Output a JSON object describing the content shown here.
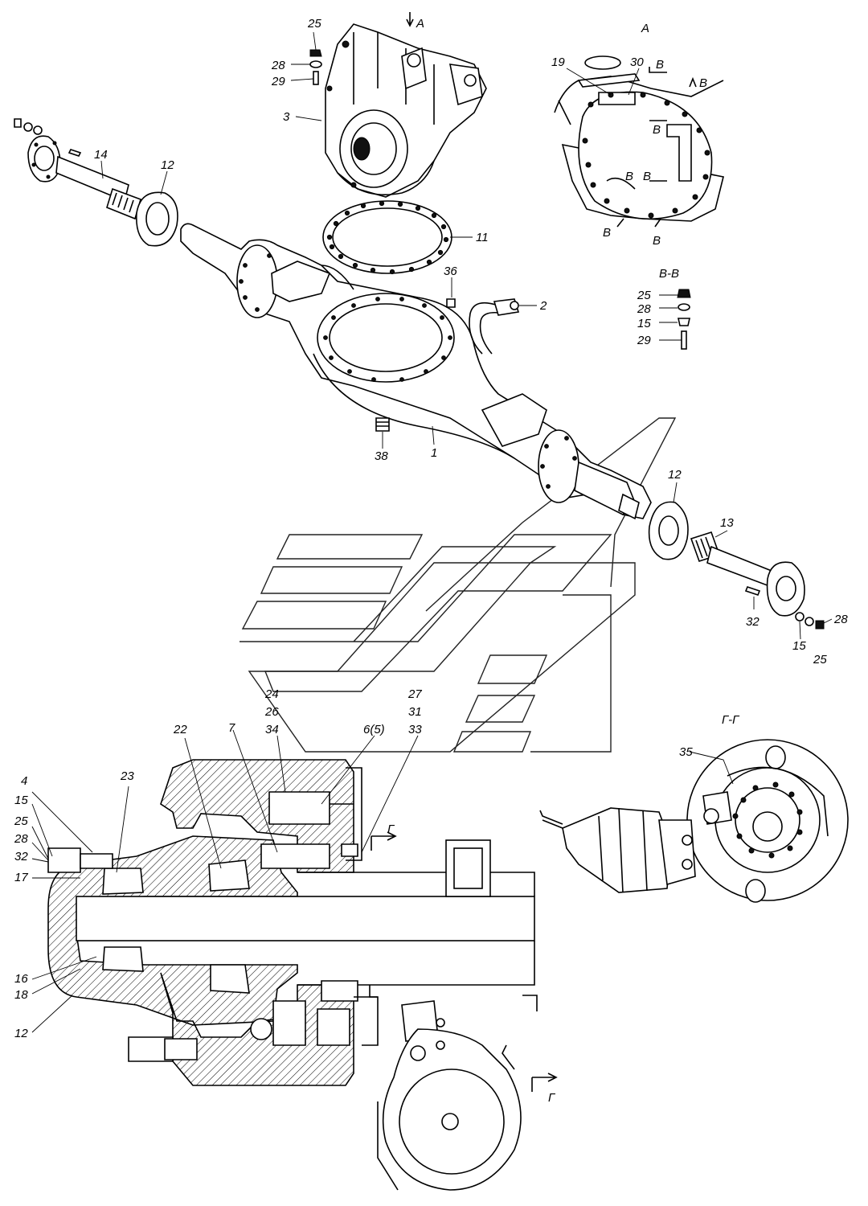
{
  "views": {
    "view_a": "А",
    "section_bb": "В-В",
    "section_gg": "Г-Г"
  },
  "markers": {
    "arrow_a_top": "А",
    "b_marks": [
      "В",
      "В",
      "В",
      "В",
      "В",
      "В",
      "В"
    ],
    "g_mark_upper": "Г",
    "g_mark_lower": "Г"
  },
  "labels": {
    "p1": "1",
    "p2": "2",
    "p3": "3",
    "p4": "4",
    "p6_5": "6(5)",
    "p7": "7",
    "p11": "11",
    "p12a": "12",
    "p12b": "12",
    "p12c": "12",
    "p13": "13",
    "p14": "14",
    "p15a": "15",
    "p15b": "15",
    "p15c": "15",
    "p16": "16",
    "p17": "17",
    "p18": "18",
    "p19": "19",
    "p22": "22",
    "p23": "23",
    "p24": "24",
    "p26": "26",
    "p34": "34",
    "p25a": "25",
    "p25b": "25",
    "p25c": "25",
    "p25d": "25",
    "p27": "27",
    "p31": "31",
    "p33": "33",
    "p28a": "28",
    "p28b": "28",
    "p28c": "28",
    "p28d": "28",
    "p29a": "29",
    "p29b": "29",
    "p30": "30",
    "p32a": "32",
    "p32b": "32",
    "p35": "35",
    "p36": "36",
    "p38": "38"
  },
  "colors": {
    "ink": "#000000",
    "paper": "#ffffff",
    "watermark": "#222222"
  }
}
